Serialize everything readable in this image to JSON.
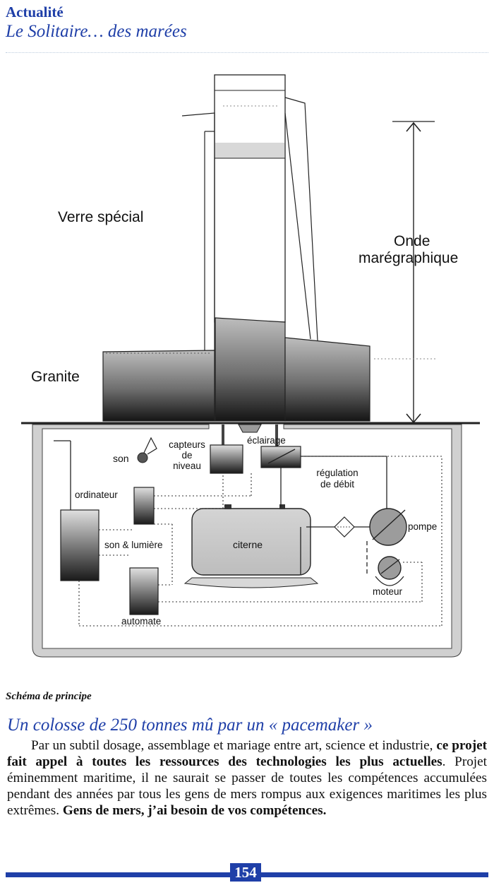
{
  "header": {
    "section": "Actualité",
    "title": "Le Solitaire… des marées"
  },
  "diagram": {
    "labels": {
      "glass": "Verre spécial",
      "tide_wave_line1": "Onde",
      "tide_wave_line2": "marégraphique",
      "granite": "Granite",
      "sound": "son",
      "level_sensors_line1": "capteurs",
      "level_sensors_line2": "de",
      "level_sensors_line3": "niveau",
      "lighting": "éclairage",
      "computer": "ordinateur",
      "flow_regulation_line1": "régulation",
      "flow_regulation_line2": "de débit",
      "pump": "pompe",
      "tank": "citerne",
      "sound_light": "son & lumière",
      "motor": "moteur",
      "controller": "automate"
    }
  },
  "caption": "Schéma de principe",
  "article": {
    "heading": "Un colosse de 250 tonnes mû par un « pacemaker »",
    "p_part1": "Par un subtil dosage, assemblage et mariage entre art, science et industrie, ",
    "p_bold1": "ce projet fait appel à toutes les ressources des technologies les plus actuelles",
    "p_part2": ". Projet éminemment maritime, il ne saurait se passer de toutes les compétences accumulées pendant des années par tous les gens de mers rompus aux exigences maritimes les plus extrêmes. ",
    "p_bold2": "Gens de mers, j’ai besoin de vos compétences."
  },
  "footer": {
    "page_number": "154"
  },
  "colors": {
    "accent": "#1f3fa8",
    "text": "#111111",
    "diagram_fill": "#d6d6d6"
  }
}
